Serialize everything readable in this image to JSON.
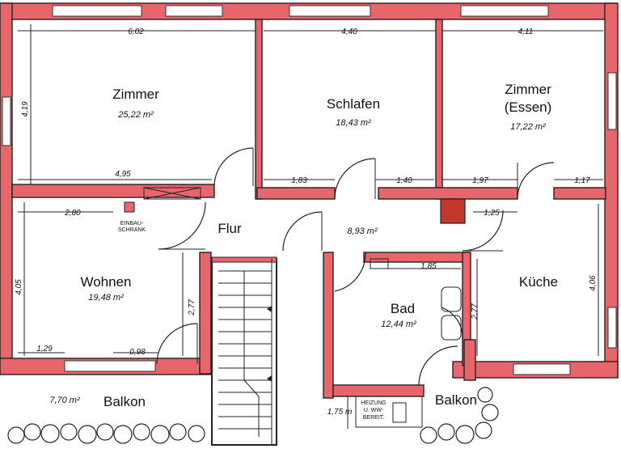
{
  "rooms": {
    "zimmer": {
      "name": "Zimmer",
      "area": "25,22 m²"
    },
    "schlafen": {
      "name": "Schlafen",
      "area": "18,43 m²"
    },
    "zimmer_essen": {
      "name_line1": "Zimmer",
      "name_line2": "(Essen)",
      "area": "17,22 m²"
    },
    "flur": {
      "name": "Flur",
      "area": "8,93 m²"
    },
    "wohnen": {
      "name": "Wohnen",
      "area": "19,48 m²"
    },
    "bad": {
      "name": "Bad",
      "area": "12,44 m²"
    },
    "kueche": {
      "name": "Küche"
    },
    "balkon_left": {
      "name": "Balkon",
      "area": "7,70 m²"
    },
    "balkon_right": {
      "name": "Balkon"
    }
  },
  "dimensions": {
    "d602": "6,02",
    "d440": "4,40",
    "d411": "4,11",
    "d419": "4,19",
    "d495": "4,95",
    "d183": "1,83",
    "d140": "1,40",
    "d197": "1,97",
    "d117": "1,17",
    "d280": "2,80",
    "d125": "1,25",
    "d185": "1,85",
    "d405": "4,05",
    "d277a": "2,77",
    "d277b": "2,77",
    "d406": "4,06",
    "d129": "1,29",
    "d098": "0,98",
    "d175": "1,75 m"
  },
  "labels": {
    "einbau_line1": "EINBAU-",
    "einbau_line2": "SCHRANK",
    "heizung_line1": "HEIZUNG",
    "heizung_line2": "U. WW-",
    "heizung_line3": "BEREIT."
  }
}
